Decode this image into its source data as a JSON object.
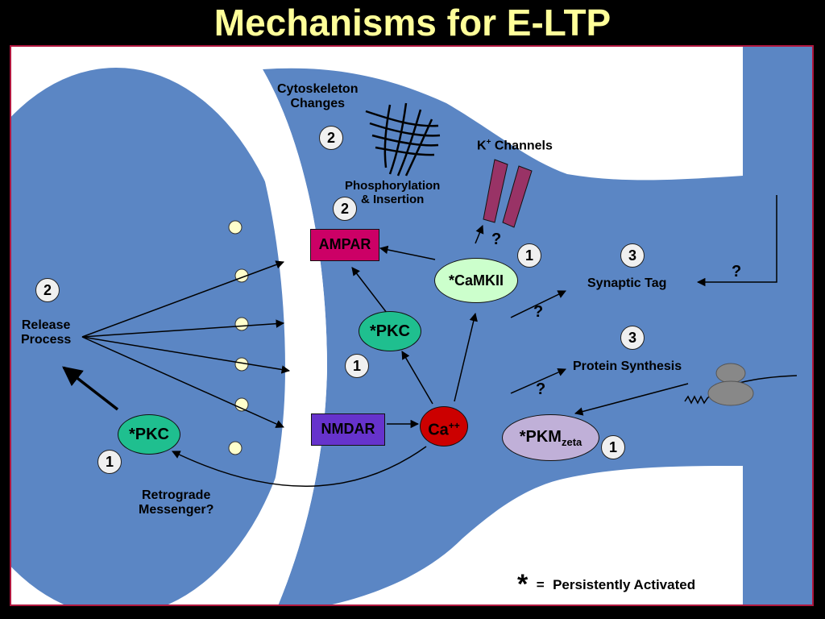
{
  "title": "Mechanisms for E-LTP",
  "colors": {
    "background": "#000000",
    "title": "#ffff99",
    "frame_border": "#b0173f",
    "cell": "#5b86c4",
    "ampar_fill": "#cc0066",
    "nmdar_fill": "#6633cc",
    "pkc_fill": "#1fbf8f",
    "camkii_fill": "#ccffcc",
    "ca_fill": "#cc0000",
    "pkm_fill": "#c0b0d8",
    "vesicle_fill": "#ffffcc",
    "k_channel": "#993366"
  },
  "labels": {
    "cytoskeleton": "Cytoskeleton\nChanges",
    "k_channels_main": "K",
    "k_channels_sup": "+",
    "k_channels_rest": " Channels",
    "phosphorylation": "Phosphorylation\n& Insertion",
    "ampar": "AMPAR",
    "camkii": "*CaMKII",
    "pkc_post": "*PKC",
    "pkc_pre": "*PKC",
    "nmdar": "NMDAR",
    "ca_main": "Ca",
    "ca_sup": "++",
    "pkm_main": "*PKM",
    "pkm_sub": "zeta",
    "synaptic_tag": "Synaptic Tag",
    "protein_synthesis": "Protein Synthesis",
    "release_process": "Release\nProcess",
    "retrograde": "Retrograde\nMessenger?",
    "question": "?",
    "legend_star": "*",
    "legend_eq": "=",
    "legend_text": "Persistently Activated"
  },
  "numbers": {
    "cytoskeleton": "2",
    "phosphorylation": "2",
    "camkii": "1",
    "synaptic_tag": "3",
    "protein_synthesis": "3",
    "release": "2",
    "pkc_post": "1",
    "pkc_pre": "1",
    "pkm": "1"
  },
  "icons": {
    "cytoskeleton": "cytoskeleton-filaments-icon",
    "k_channel": "k-channel-icon",
    "ribosome": "ribosome-icon",
    "vesicle": "vesicle-icon"
  }
}
